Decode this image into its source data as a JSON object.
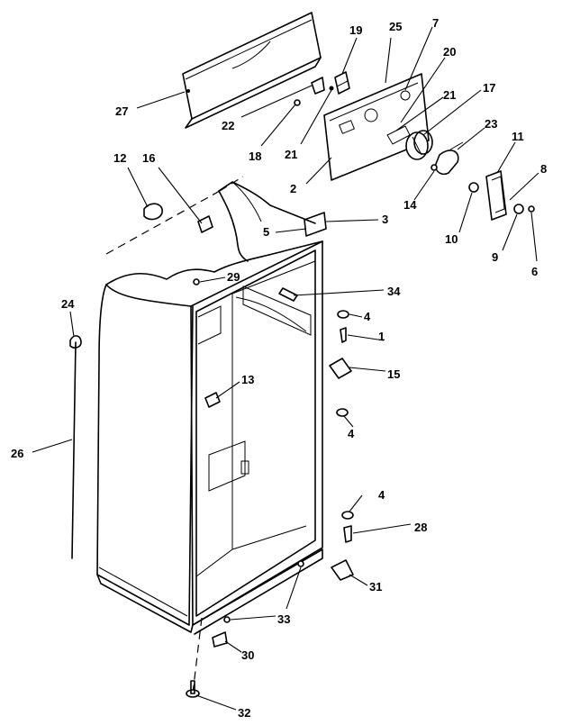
{
  "diagram": {
    "callouts": [
      {
        "id": "c1",
        "text": "1"
      },
      {
        "id": "c2",
        "text": "2"
      },
      {
        "id": "c3",
        "text": "3"
      },
      {
        "id": "c4a",
        "text": "4"
      },
      {
        "id": "c4b",
        "text": "4"
      },
      {
        "id": "c4c",
        "text": "4"
      },
      {
        "id": "c5",
        "text": "5"
      },
      {
        "id": "c6",
        "text": "6"
      },
      {
        "id": "c7",
        "text": "7"
      },
      {
        "id": "c8",
        "text": "8"
      },
      {
        "id": "c9",
        "text": "9"
      },
      {
        "id": "c10",
        "text": "10"
      },
      {
        "id": "c11",
        "text": "11"
      },
      {
        "id": "c12",
        "text": "12"
      },
      {
        "id": "c13",
        "text": "13"
      },
      {
        "id": "c14",
        "text": "14"
      },
      {
        "id": "c15",
        "text": "15"
      },
      {
        "id": "c16",
        "text": "16"
      },
      {
        "id": "c17",
        "text": "17"
      },
      {
        "id": "c18",
        "text": "18"
      },
      {
        "id": "c19",
        "text": "19"
      },
      {
        "id": "c20",
        "text": "20"
      },
      {
        "id": "c21a",
        "text": "21"
      },
      {
        "id": "c21b",
        "text": "21"
      },
      {
        "id": "c22",
        "text": "22"
      },
      {
        "id": "c23",
        "text": "23"
      },
      {
        "id": "c24",
        "text": "24"
      },
      {
        "id": "c25",
        "text": "25"
      },
      {
        "id": "c26",
        "text": "26"
      },
      {
        "id": "c27",
        "text": "27"
      },
      {
        "id": "c28",
        "text": "28"
      },
      {
        "id": "c29",
        "text": "29"
      },
      {
        "id": "c30",
        "text": "30"
      },
      {
        "id": "c31",
        "text": "31"
      },
      {
        "id": "c32",
        "text": "32"
      },
      {
        "id": "c33",
        "text": "33"
      },
      {
        "id": "c34",
        "text": "34"
      }
    ]
  }
}
